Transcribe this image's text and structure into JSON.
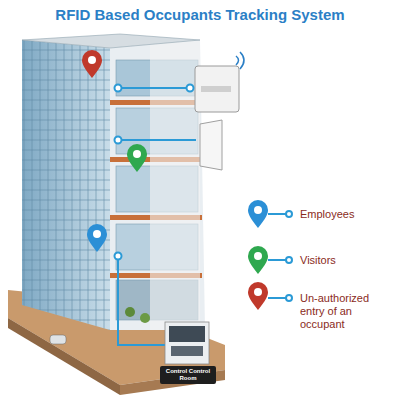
{
  "diagram": {
    "title": "RFID Based Occupants Tracking System",
    "nodes": [
      {
        "text": [
          "Control Control Room"
        ]
      }
    ],
    "legend": [
      {
        "text": "Employees"
      },
      {
        "text": "Visitors"
      },
      {
        "text": "Un-authorized entry of an occupant"
      }
    ]
  }
}
